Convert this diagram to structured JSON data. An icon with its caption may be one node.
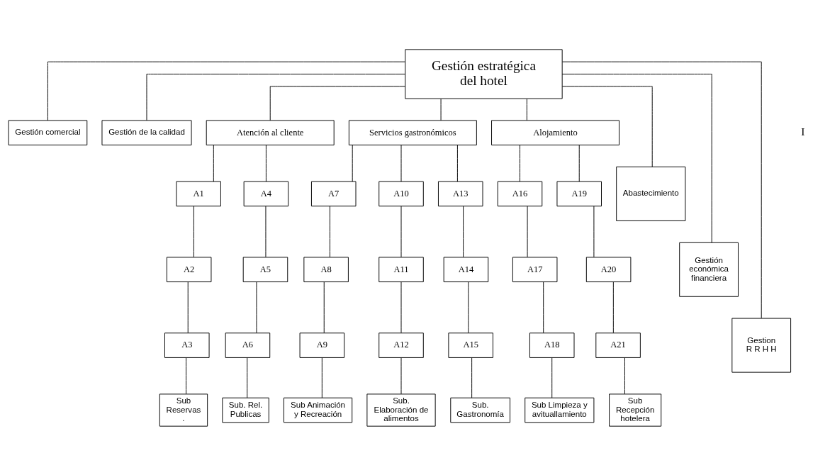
{
  "diagram": {
    "nodes": [
      {
        "text": [
          "Gestión estratégica del hotel"
        ]
      },
      {
        "text": [
          "Gestión comercial"
        ]
      },
      {
        "text": [
          "Gestión de la calidad"
        ]
      },
      {
        "text": [
          "Atención al cliente"
        ]
      },
      {
        "text": [
          "Servicios gastronómicos"
        ]
      },
      {
        "text": [
          "Alojamiento"
        ]
      },
      {
        "text": [
          "Abastecimiento"
        ]
      },
      {
        "text": [
          "Gestión económica financiera"
        ]
      },
      {
        "text": [
          "Gestion R R H H"
        ]
      },
      {
        "text": [
          "A1"
        ]
      },
      {
        "text": [
          "A2"
        ]
      },
      {
        "text": [
          "A3"
        ]
      },
      {
        "text": [
          "A4"
        ]
      },
      {
        "text": [
          "A5"
        ]
      },
      {
        "text": [
          "A6"
        ]
      },
      {
        "text": [
          "A7"
        ]
      },
      {
        "text": [
          "A8"
        ]
      },
      {
        "text": [
          "A9"
        ]
      },
      {
        "text": [
          "A10"
        ]
      },
      {
        "text": [
          "A11"
        ]
      },
      {
        "text": [
          "A12"
        ]
      },
      {
        "text": [
          "A13"
        ]
      },
      {
        "text": [
          "A14"
        ]
      },
      {
        "text": [
          "A15"
        ]
      },
      {
        "text": [
          "A16"
        ]
      },
      {
        "text": [
          "A17"
        ]
      },
      {
        "text": [
          "A18"
        ]
      },
      {
        "text": [
          "A19"
        ]
      },
      {
        "text": [
          "A20"
        ]
      },
      {
        "text": [
          "A21"
        ]
      },
      {
        "text": [
          "Sub Reservas ."
        ]
      },
      {
        "text": [
          "Sub. Rel. Publicas"
        ]
      },
      {
        "text": [
          "Sub Animación y Recreación"
        ]
      },
      {
        "text": [
          "Sub. Elaboración de alimentos"
        ]
      },
      {
        "text": [
          "Sub. Gastronomía"
        ]
      },
      {
        "text": [
          "Sub Limpieza y avituallamiento"
        ]
      },
      {
        "text": [
          "Sub Recepción hotelera"
        ]
      }
    ],
    "edges": [
      {
        "from": 0,
        "to": 1,
        "arrow": "none"
      },
      {
        "from": 0,
        "to": 2,
        "arrow": "none"
      },
      {
        "from": 0,
        "to": 3,
        "arrow": "none"
      },
      {
        "from": 0,
        "to": 4,
        "arrow": "none"
      },
      {
        "from": 0,
        "to": 5,
        "arrow": "none"
      },
      {
        "from": 0,
        "to": 6,
        "arrow": "none"
      },
      {
        "from": 0,
        "to": 7,
        "arrow": "none"
      },
      {
        "from": 0,
        "to": 8,
        "arrow": "none"
      },
      {
        "from": 3,
        "to": 9,
        "arrow": "none"
      },
      {
        "from": 3,
        "to": 12,
        "arrow": "none"
      },
      {
        "from": 4,
        "to": 15,
        "arrow": "none"
      },
      {
        "from": 4,
        "to": 18,
        "arrow": "none"
      },
      {
        "from": 4,
        "to": 21,
        "arrow": "none"
      },
      {
        "from": 5,
        "to": 24,
        "arrow": "none"
      },
      {
        "from": 5,
        "to": 27,
        "arrow": "none"
      },
      {
        "from": 9,
        "to": 10,
        "arrow": "none"
      },
      {
        "from": 10,
        "to": 11,
        "arrow": "none"
      },
      {
        "from": 11,
        "to": 30,
        "arrow": "none"
      },
      {
        "from": 12,
        "to": 13,
        "arrow": "none"
      },
      {
        "from": 13,
        "to": 14,
        "arrow": "none"
      },
      {
        "from": 14,
        "to": 31,
        "arrow": "none"
      },
      {
        "from": 15,
        "to": 16,
        "arrow": "none"
      },
      {
        "from": 16,
        "to": 17,
        "arrow": "none"
      },
      {
        "from": 17,
        "to": 32,
        "arrow": "none"
      },
      {
        "from": 18,
        "to": 19,
        "arrow": "none"
      },
      {
        "from": 19,
        "to": 20,
        "arrow": "none"
      },
      {
        "from": 20,
        "to": 33,
        "arrow": "none"
      },
      {
        "from": 21,
        "to": 22,
        "arrow": "none"
      },
      {
        "from": 22,
        "to": 23,
        "arrow": "none"
      },
      {
        "from": 23,
        "to": 34,
        "arrow": "none"
      },
      {
        "from": 24,
        "to": 25,
        "arrow": "none"
      },
      {
        "from": 25,
        "to": 26,
        "arrow": "none"
      },
      {
        "from": 26,
        "to": 35,
        "arrow": "none"
      },
      {
        "from": 27,
        "to": 28,
        "arrow": "none"
      },
      {
        "from": 28,
        "to": 29,
        "arrow": "none"
      },
      {
        "from": 29,
        "to": 36,
        "arrow": "none"
      }
    ],
    "labels": [
      "I"
    ]
  }
}
